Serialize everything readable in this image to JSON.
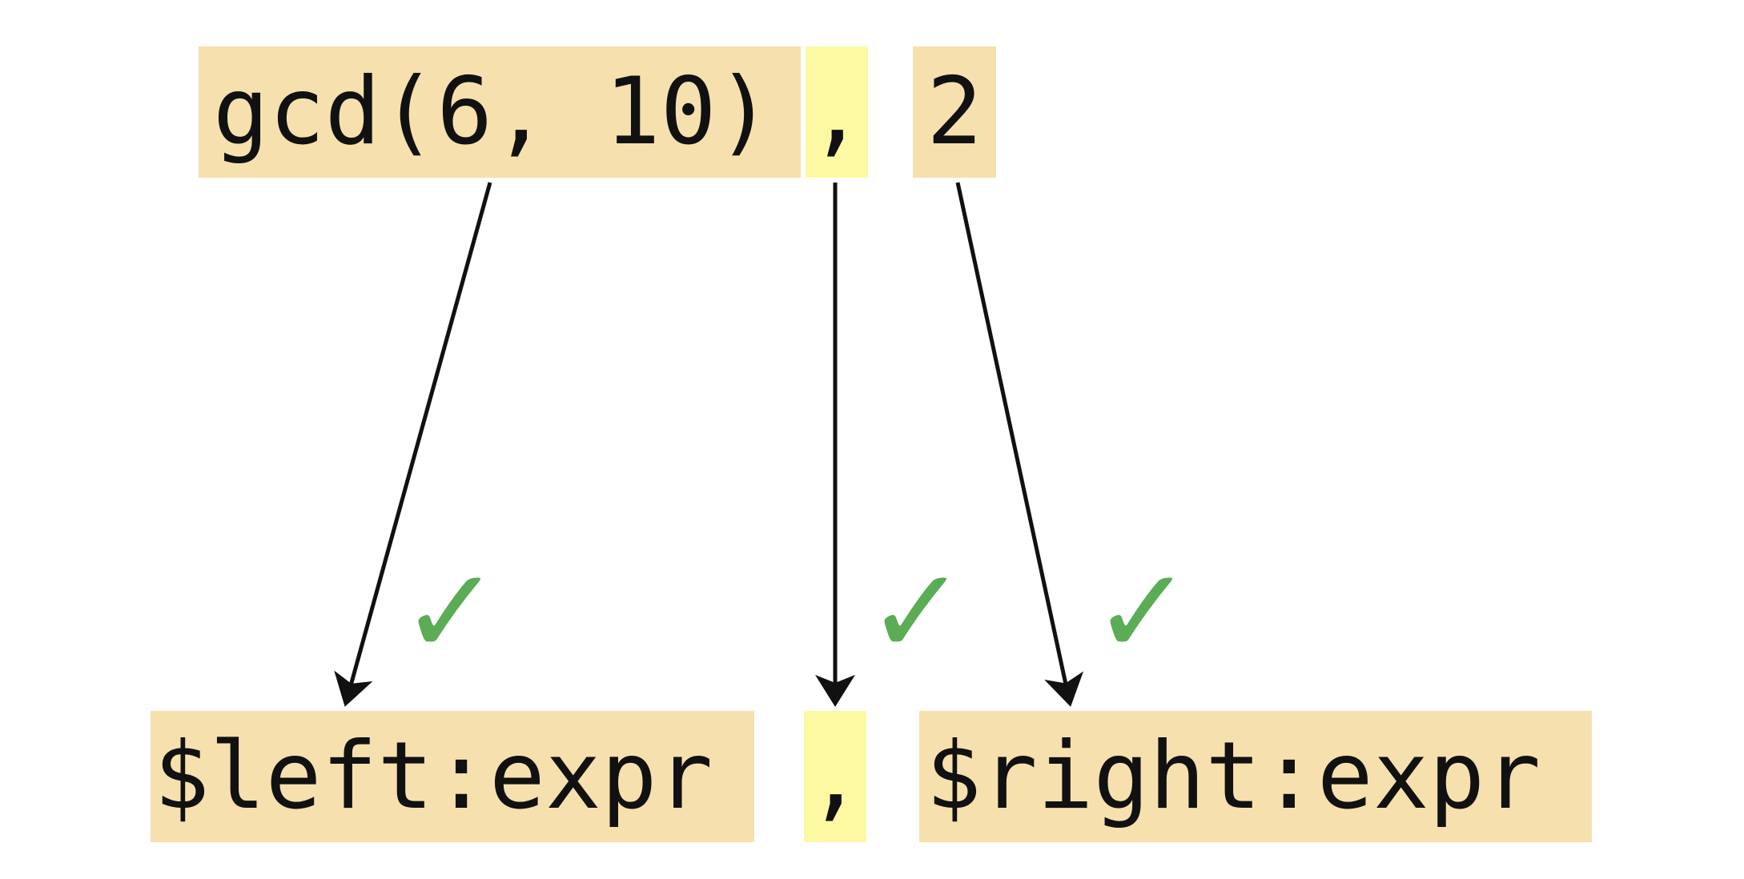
{
  "colors": {
    "token_fill": "#f6e0ad",
    "separator_fill": "#fdf9a3",
    "arrow": "#111111",
    "check": "#5aad55",
    "text": "#111111"
  },
  "input_tokens": [
    {
      "text": "gcd(6, 10)"
    },
    {
      "text": ","
    },
    {
      "text": "2"
    }
  ],
  "pattern_tokens": [
    {
      "text": "$left:expr"
    },
    {
      "text": ","
    },
    {
      "text": "$right:expr"
    }
  ],
  "matches": [
    {
      "mark": "✓",
      "icon": "checkmark-icon"
    },
    {
      "mark": "✓",
      "icon": "checkmark-icon"
    },
    {
      "mark": "✓",
      "icon": "checkmark-icon"
    }
  ]
}
